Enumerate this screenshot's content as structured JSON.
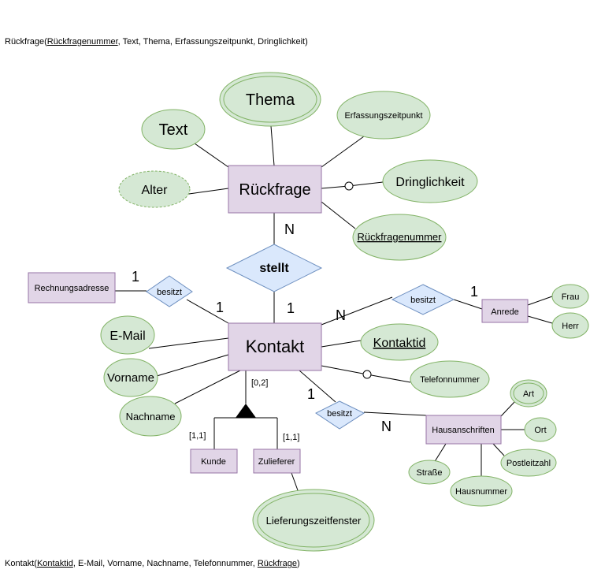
{
  "schema_top": {
    "name": "Rückfrage(",
    "key": "Rückfragenummer",
    "rest": ", Text, Thema, Erfassungszeitpunkt, Dringlichkeit)"
  },
  "schema_bottom": {
    "name": "Kontakt(",
    "key": "Kontaktid",
    "middle": ", E-Mail, Vorname, Nachname, Telefonnummer, ",
    "fk": "Rückfrage",
    "end": ")"
  },
  "entities": {
    "rueckfrage": "Rückfrage",
    "kontakt": "Kontakt",
    "rechnungsadresse": "Rechnungsadresse",
    "anrede": "Anrede",
    "hausanschriften": "Hausanschriften",
    "kunde": "Kunde",
    "zulieferer": "Zulieferer"
  },
  "relationships": {
    "stellt": "stellt",
    "besitzt_rechnung": "besitzt",
    "besitzt_anrede": "besitzt",
    "besitzt_haus": "besitzt"
  },
  "attributes": {
    "thema": "Thema",
    "text": "Text",
    "erfassungszeitpunkt": "Erfassungszeitpunkt",
    "alter": "Alter",
    "dringlichkeit": "Dringlichkeit",
    "rueckfragenummer": "Rückfragenummer",
    "email": "E-Mail",
    "vorname": "Vorname",
    "nachname": "Nachname",
    "kontaktid": "Kontaktid",
    "telefonnummer": "Telefonnummer",
    "frau": "Frau",
    "herr": "Herr",
    "art": "Art",
    "ort": "Ort",
    "postleitzahl": "Postleitzahl",
    "strasse": "Straße",
    "hausnummer": "Hausnummer",
    "lieferungszeitfenster": "Lieferungszeitfenster"
  },
  "cardinalities": {
    "rueckfrage_n": "N",
    "stellt_1": "1",
    "rechnung_1": "1",
    "kontakt_rechnung_1": "1",
    "kontakt_anrede_n": "N",
    "anrede_1": "1",
    "kontakt_haus_1": "1",
    "haus_n": "N",
    "spec_total": "[0,2]",
    "kunde_card": "[1,1]",
    "zulieferer_card": "[1,1]"
  }
}
